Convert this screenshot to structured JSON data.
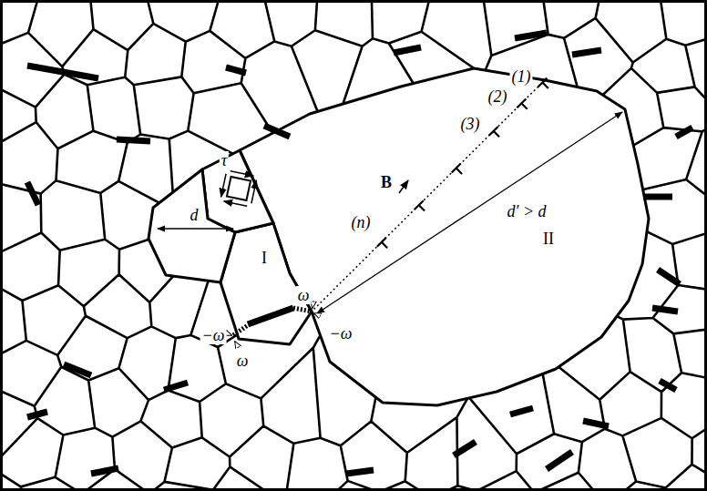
{
  "diagram": {
    "labels": [
      "(1)",
      "(2)",
      "(3)",
      "B",
      "(n)",
      "τ",
      "d",
      "I",
      "d′ > d",
      "II",
      "ω",
      "−ω",
      "−ω",
      "ω"
    ]
  }
}
